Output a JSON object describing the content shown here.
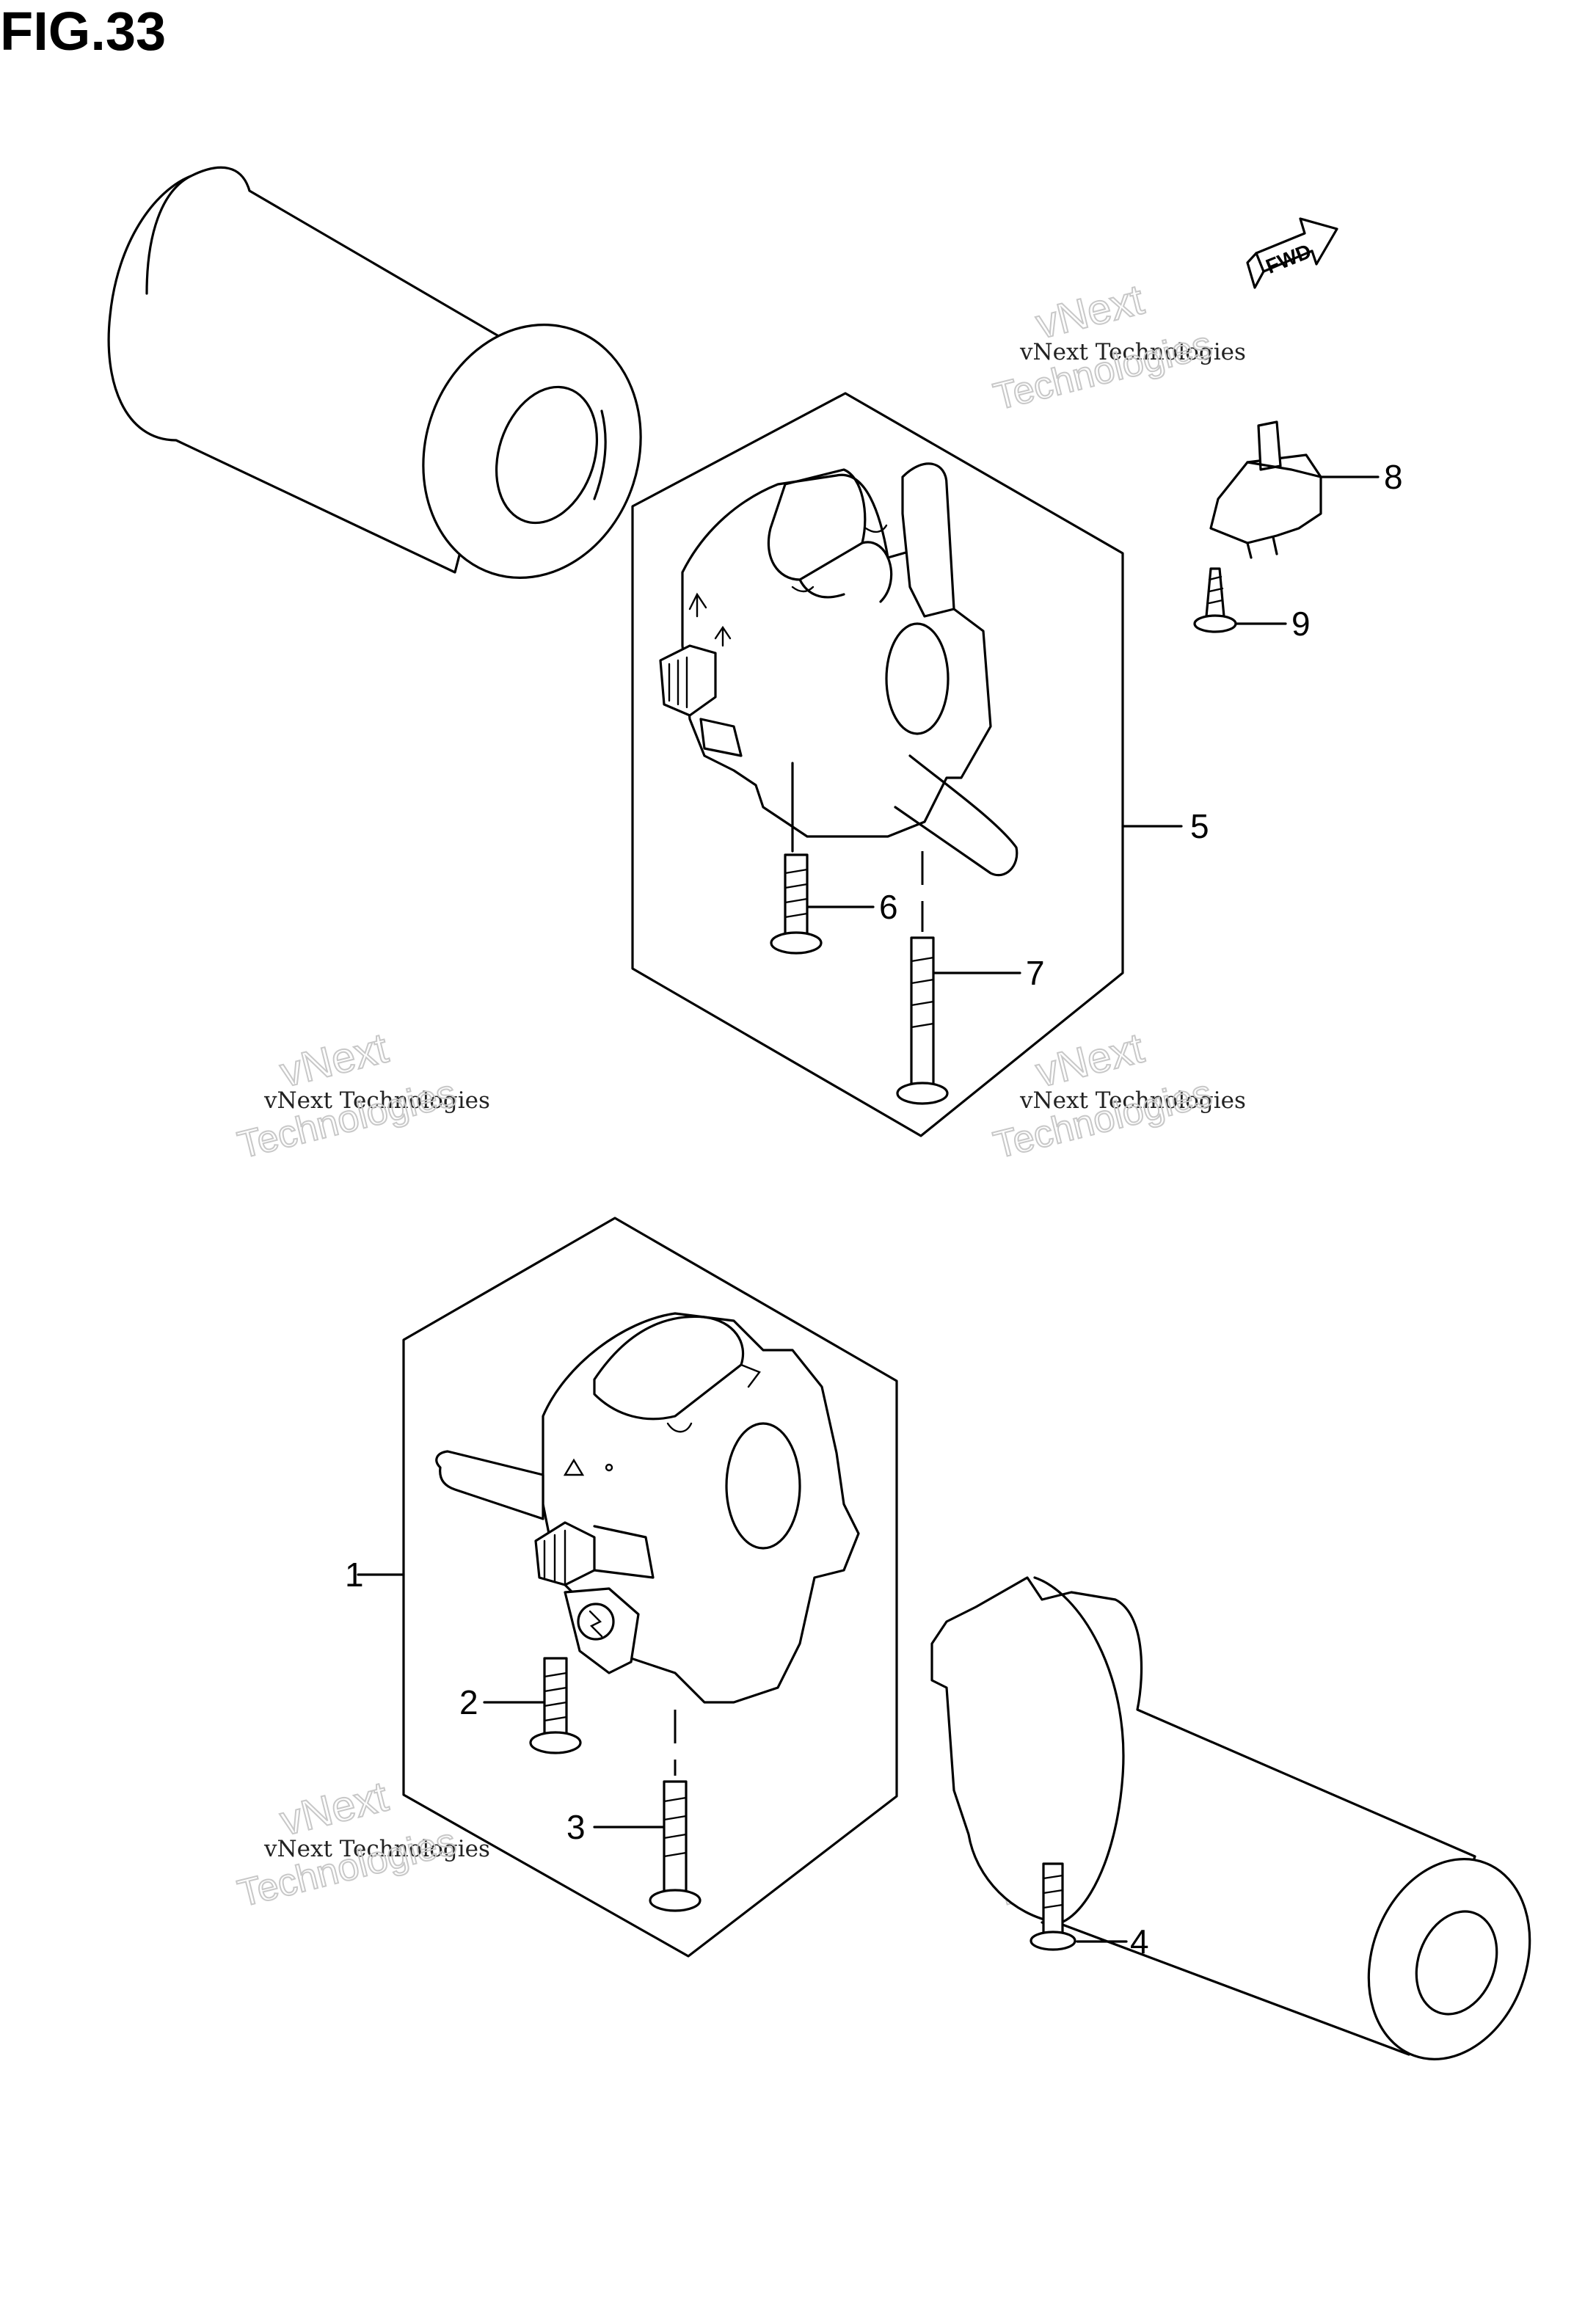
{
  "figure": {
    "title": "FIG.33"
  },
  "direction_arrow": {
    "label": "FWD"
  },
  "callouts": [
    "1",
    "2",
    "3",
    "4",
    "5",
    "6",
    "7",
    "8",
    "9"
  ],
  "watermark": {
    "line": "vNext Technologies",
    "word1": "vNext",
    "word2": "Technologies"
  },
  "icons": {
    "left_grip": "handlebar-grip-left-icon",
    "right_grip": "handlebar-grip-right-icon",
    "switch_box_upper": "handlebar-switch-left-icon",
    "switch_box_lower": "handlebar-switch-right-icon",
    "clutch_switch": "clutch-switch-icon",
    "screws": "screw-icon"
  }
}
